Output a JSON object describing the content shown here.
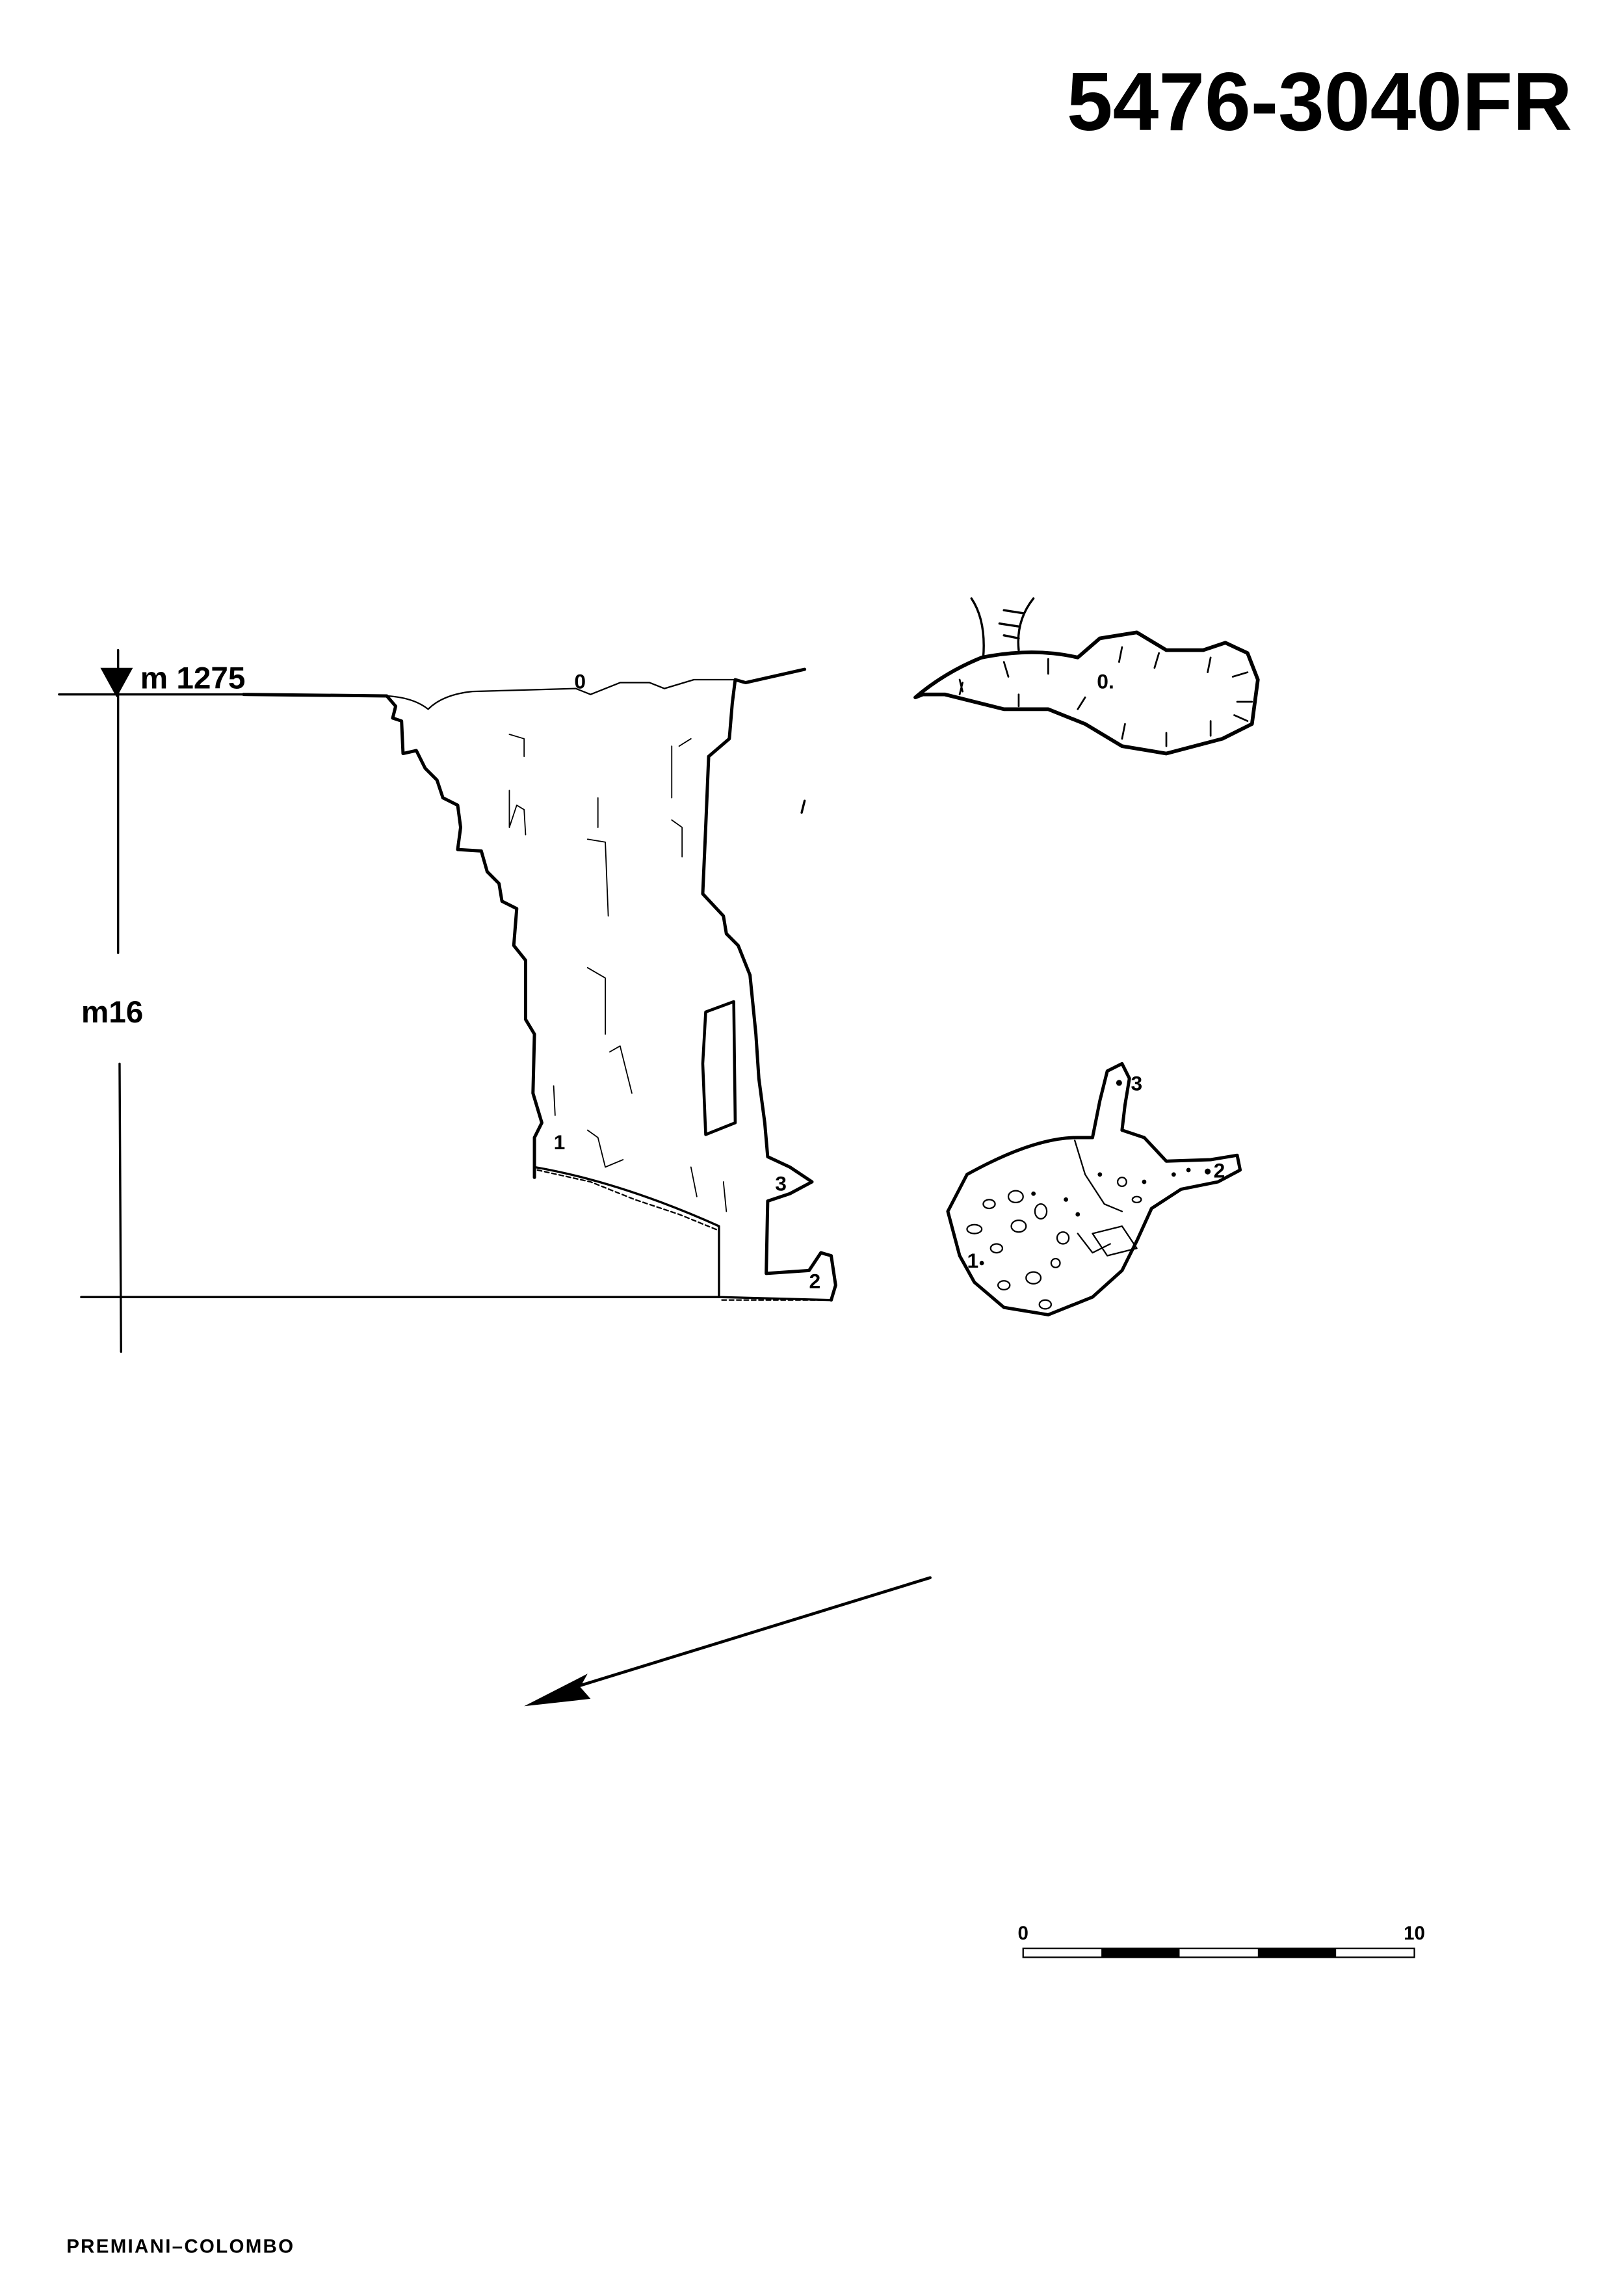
{
  "title": "5476-3040FR",
  "authors": "PREMIANI–COLOMBO",
  "colors": {
    "ink": "#000000",
    "paper": "#ffffff"
  },
  "section": {
    "entrance_elevation": "m 1275",
    "depth_label": "m16",
    "stations": [
      "0",
      "1",
      "2",
      "3"
    ]
  },
  "plan_entrance": {
    "station": "0."
  },
  "plan_bottom": {
    "stations": [
      "1",
      "2",
      "3"
    ]
  },
  "north_arrow": {
    "icon": "arrow-icon"
  },
  "scale_bar": {
    "start_label": "0",
    "end_label": "10",
    "segments": 5
  }
}
